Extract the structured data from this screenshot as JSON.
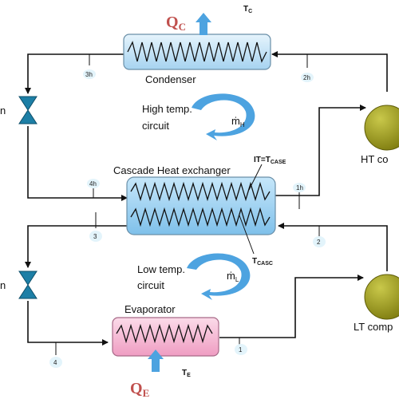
{
  "colors": {
    "condenser_fill": "#c9e6f7",
    "cascade_fill": "#a9d8f4",
    "evaporator_fill": "#f5b8d3",
    "compressor_fill": "#a4a221",
    "arrow_blue": "#4da3e0",
    "q_text": "#c0504d",
    "valve": "#1d7fa6"
  },
  "heat": {
    "qc": "Q",
    "qc_sub": "C",
    "qe": "Q",
    "qe_sub": "E"
  },
  "components": {
    "condenser": "Condenser",
    "cascade": "Cascade Heat exchanger",
    "evaporator": "Evaporator",
    "ht_compressor": "HT co",
    "lt_compressor": "LT comp",
    "valve_top_stub": "n",
    "valve_bottom_stub": "n"
  },
  "temps": {
    "tc": "T",
    "tc_sub": "C",
    "it": "IT=T",
    "it_sub": "CASE",
    "tcasc": "T",
    "tcasc_sub": "CASC",
    "te": "T",
    "te_sub": "E"
  },
  "circuits": {
    "high_line1": "High temp.",
    "high_line2": "circuit",
    "high_flow": "ṁ",
    "high_flow_sub": "H",
    "low_line1": "Low temp.",
    "low_line2": "circuit",
    "low_flow": "ṁ",
    "low_flow_sub": "L"
  },
  "states": {
    "s3h": "3h",
    "s2h": "2h",
    "s4h": "4h",
    "s1h": "1h",
    "s3": "3",
    "s2": "2",
    "s4": "4",
    "s1": "1"
  }
}
